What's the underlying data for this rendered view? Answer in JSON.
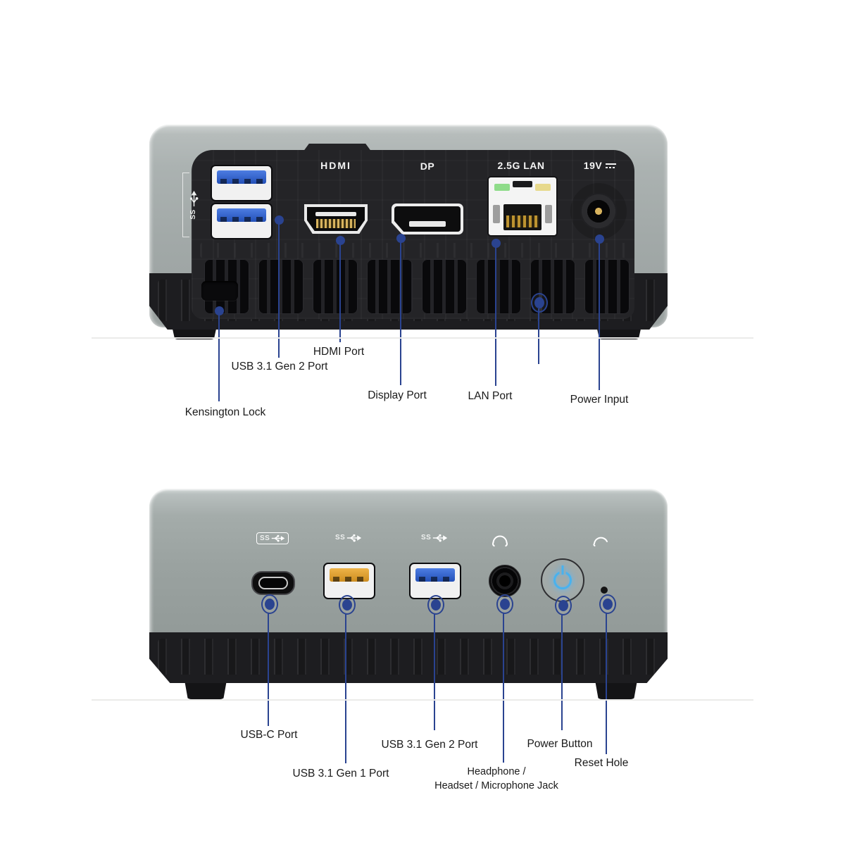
{
  "title": "Mini PC rear and front port diagram",
  "colors": {
    "accent_line": "#2a4390",
    "body_silver": "#a9b0ae",
    "front_face": "#9aa2a0",
    "panel_black": "#242427",
    "usb_blue": "#2350b8",
    "usb_orange": "#cd8d20",
    "power_glow": "#49b2ee",
    "led_green": "#8fdc8a",
    "led_yellow": "#e7d98c",
    "gold": "#d8b35e"
  },
  "icons": {
    "ss": "SS"
  },
  "rear": {
    "device_labels": {
      "hdmi": "HDMI",
      "dp": "DP",
      "lan": "2.5G LAN",
      "power": "19V"
    },
    "callouts": {
      "kensington": "Kensington Lock",
      "usb": "USB 3.1 Gen 2 Port",
      "hdmi": "HDMI Port",
      "dp": "Display Port",
      "lan": "LAN Port",
      "power": "Power Input"
    }
  },
  "front": {
    "callouts": {
      "usbc": "USB-C Port",
      "usb_gen1": "USB 3.1 Gen 1 Port",
      "usb_gen2": "USB 3.1 Gen 2 Port",
      "audio_line1": "Headphone /",
      "audio_line2": "Headset / Microphone Jack",
      "power": "Power Button",
      "reset": "Reset Hole"
    }
  }
}
